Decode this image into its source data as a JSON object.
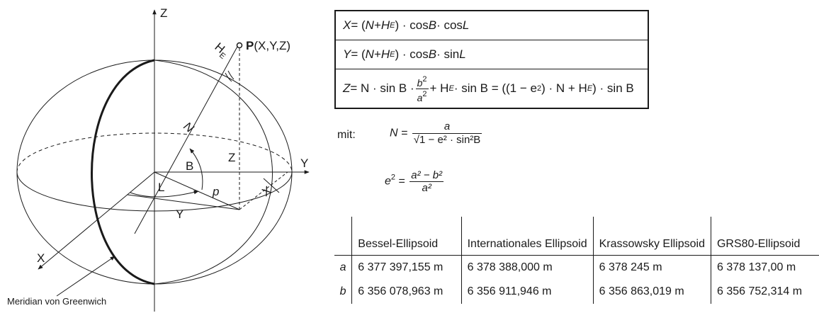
{
  "diagram": {
    "axis_z": "Z",
    "axis_y": "Y",
    "axis_x": "X",
    "axis_x_lower": "X",
    "point_prefix": "P",
    "point_coords": "(X,Y,Z)",
    "he_label": "H",
    "he_sub": "E",
    "n_label": "N",
    "z_label": "Z",
    "b_label": "B",
    "l_label": "L",
    "p_label": "p",
    "y_label": "Y",
    "x_label": "X",
    "meridian_label": "Meridian von Greenwich"
  },
  "formulas": {
    "row1": {
      "lhs": "X",
      "eq": " = (",
      "n": "N",
      "plus": " + ",
      "h": "H",
      "hsub": "E",
      "tail": ") · cos",
      "b": " B",
      "dot": " · cos",
      "l": " L"
    },
    "row2": {
      "lhs": "Y",
      "eq": " = (",
      "n": "N",
      "plus": " + ",
      "h": "H",
      "hsub": "E",
      "tail": ") · cos",
      "b": " B",
      "dot": " · sin",
      "l": " L"
    },
    "row3": {
      "lhs": "Z",
      "part1": " = N · sin B · ",
      "frac_num": "b",
      "frac_num_sup": "2",
      "frac_den": "a",
      "frac_den_sup": "2",
      "part2": " + H",
      "part2_sub": "E",
      "part3": " · sin B = ((1 − e",
      "part3_sup": "2",
      "part4": ") · N + H",
      "part4_sub": "E",
      "part5": ") · sin B"
    }
  },
  "mit": {
    "label": "mit:",
    "n_lhs": "N = ",
    "n_num": "a",
    "n_den_root": "√",
    "n_den": "1 − e² · sin²B",
    "e_lhs": "e",
    "e_sup": "2",
    "e_eq": " = ",
    "e_num": "a² − b²",
    "e_den": "a²"
  },
  "table": {
    "headers": [
      "",
      "Bessel-Ellipsoid",
      "Internationales Ellipsoid",
      "Krassowsky Ellipsoid",
      "GRS80-Ellipsoid"
    ],
    "rows": [
      [
        "a",
        "6 377 397,155 m",
        "6 378 388,000 m",
        "6 378 245 m",
        "6 378 137,00 m"
      ],
      [
        "b",
        "6 356 078,963 m",
        "6 356 911,946 m",
        "6 356 863,019 m",
        "6 356 752,314 m"
      ]
    ]
  }
}
